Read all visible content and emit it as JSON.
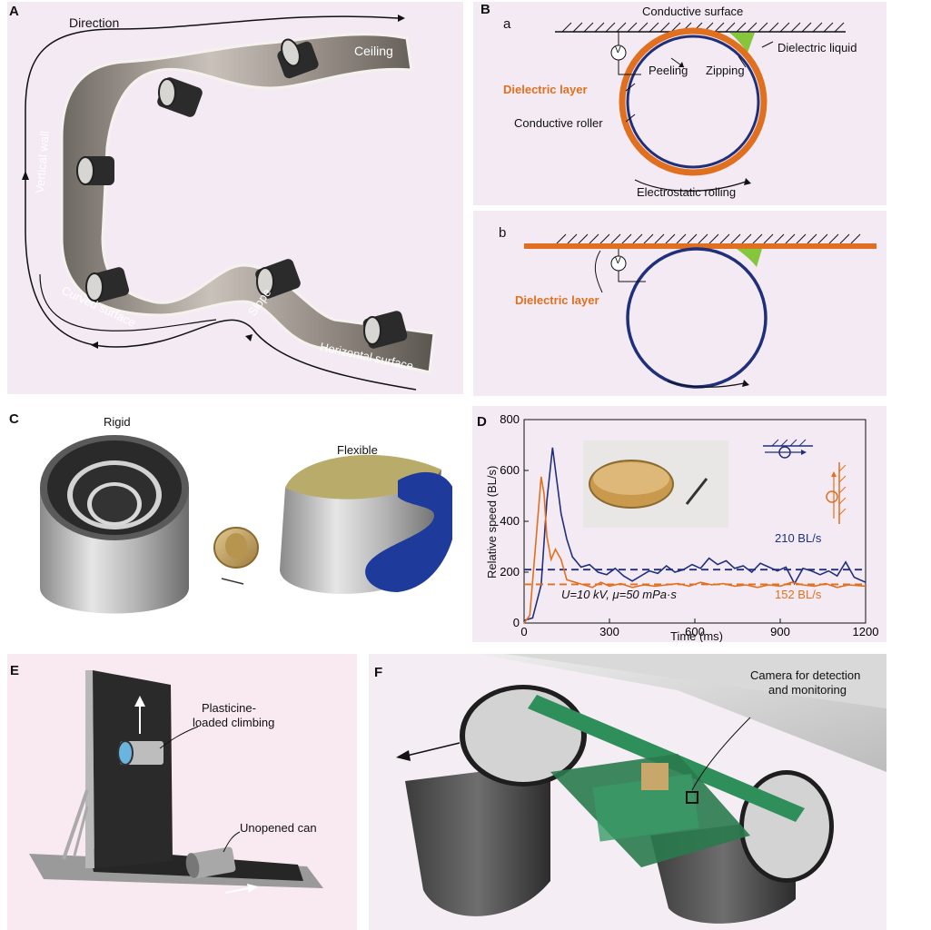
{
  "panelA": {
    "label": "A",
    "direction": "Direction",
    "ceiling": "Ceiling",
    "vertical_wall": "Vertical wall",
    "curved_surface": "Curved surface",
    "slope": "Slope",
    "horizontal_surface": "Horizontal surface"
  },
  "panelB": {
    "label": "B",
    "sub_a": "a",
    "sub_b": "b",
    "conductive_surface": "Conductive surface",
    "dielectric_liquid": "Dielectric liquid",
    "peeling": "Peeling",
    "zipping": "Zipping",
    "dielectric_layer": "Dielectric layer",
    "conductive_roller": "Conductive roller",
    "electrostatic_rolling": "Electrostatic rolling",
    "voltage_symbol": "V",
    "dielectric_layer_b": "Dielectric layer",
    "voltage_symbol_b": "V",
    "colors": {
      "dielectric": "#e0701f",
      "roller": "#1f2f7a",
      "liquid": "#86c63c"
    }
  },
  "panelC": {
    "label": "C",
    "rigid": "Rigid",
    "flexible": "Flexible"
  },
  "panelD": {
    "label": "D",
    "annotation": "U=10 kV, μ=50 mPa·s",
    "blue_label": "210 BL/s",
    "orange_label": "152 BL/s"
  },
  "panelE": {
    "label": "E",
    "plasticine_line1": "Plasticine-",
    "plasticine_line2": "loaded climbing",
    "unopened_can": "Unopened can"
  },
  "panelF": {
    "label": "F",
    "camera_line1": "Camera for detection",
    "camera_line2": "and monitoring"
  },
  "chart_data": {
    "type": "line",
    "xlabel": "Time (ms)",
    "ylabel": "Relative speed (BL/s)",
    "xlim": [
      0,
      1200
    ],
    "ylim": [
      0,
      800
    ],
    "xticks": [
      0,
      300,
      600,
      900,
      1200
    ],
    "yticks": [
      0,
      200,
      400,
      600,
      800
    ],
    "grid": false,
    "series": [
      {
        "color": "#1f2f7a",
        "mean": 210,
        "x": [
          0,
          30,
          60,
          80,
          100,
          115,
          130,
          150,
          170,
          200,
          230,
          260,
          290,
          320,
          350,
          380,
          410,
          440,
          470,
          500,
          530,
          560,
          590,
          620,
          650,
          680,
          710,
          740,
          770,
          800,
          830,
          860,
          890,
          920,
          950,
          980,
          1010,
          1040,
          1070,
          1100,
          1130,
          1160,
          1200
        ],
        "y": [
          10,
          20,
          150,
          480,
          690,
          560,
          430,
          330,
          260,
          220,
          230,
          200,
          190,
          215,
          185,
          165,
          185,
          205,
          195,
          225,
          200,
          210,
          230,
          215,
          255,
          230,
          245,
          215,
          225,
          200,
          235,
          220,
          205,
          220,
          155,
          215,
          205,
          190,
          205,
          185,
          240,
          180,
          160
        ]
      },
      {
        "color": "#e0701f",
        "mean": 152,
        "x": [
          0,
          20,
          40,
          60,
          70,
          80,
          95,
          110,
          130,
          150,
          180,
          210,
          240,
          270,
          300,
          340,
          380,
          420,
          460,
          500,
          540,
          580,
          620,
          660,
          700,
          740,
          780,
          820,
          860,
          900,
          940,
          980,
          1020,
          1060,
          1100,
          1140,
          1200
        ],
        "y": [
          0,
          30,
          300,
          575,
          510,
          340,
          250,
          290,
          250,
          170,
          160,
          150,
          140,
          160,
          145,
          155,
          140,
          150,
          145,
          150,
          155,
          145,
          160,
          150,
          155,
          145,
          150,
          140,
          150,
          145,
          160,
          150,
          145,
          155,
          140,
          150,
          145
        ]
      }
    ]
  }
}
